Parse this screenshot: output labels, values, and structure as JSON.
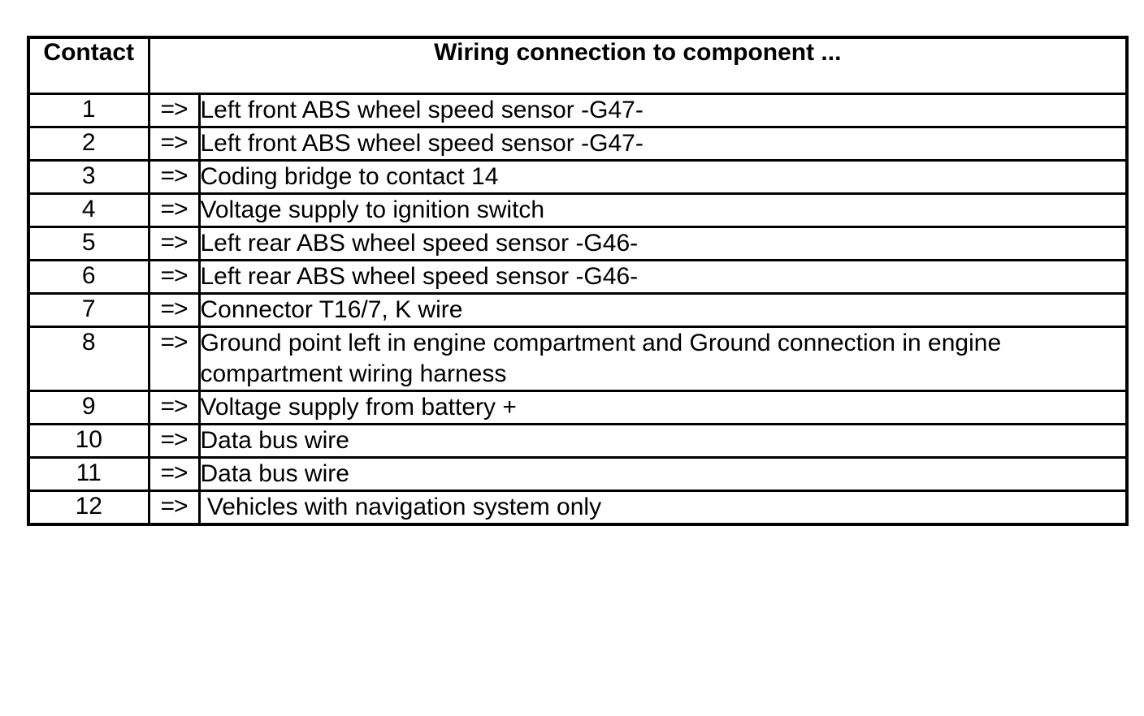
{
  "table": {
    "headers": {
      "contact": "Contact",
      "description": "Wiring connection to component ..."
    },
    "arrow_symbol": "=>",
    "rows": [
      {
        "contact": "1",
        "arrow": "=>",
        "description": "Left front ABS wheel speed sensor -G47-"
      },
      {
        "contact": "2",
        "arrow": "=>",
        "description": "Left front ABS wheel speed sensor -G47-"
      },
      {
        "contact": "3",
        "arrow": "=>",
        "description": "Coding bridge to contact 14"
      },
      {
        "contact": "4",
        "arrow": "=>",
        "description": "Voltage supply to ignition switch"
      },
      {
        "contact": "5",
        "arrow": "=>",
        "description": "Left rear ABS wheel speed sensor -G46-"
      },
      {
        "contact": "6",
        "arrow": "=>",
        "description": "Left rear ABS wheel speed sensor -G46-"
      },
      {
        "contact": "7",
        "arrow": "=>",
        "description": "Connector T16/7, K wire"
      },
      {
        "contact": "8",
        "arrow": "=>",
        "description": "Ground point left in engine compartment and Ground connection in engine compartment wiring harness"
      },
      {
        "contact": "9",
        "arrow": "=>",
        "description": "Voltage supply from battery +"
      },
      {
        "contact": "10",
        "arrow": "=>",
        "description": "Data bus wire"
      },
      {
        "contact": "11",
        "arrow": "=>",
        "description": "Data bus wire"
      },
      {
        "contact": "12",
        "arrow": "=>",
        "description": " Vehicles with navigation system only"
      }
    ]
  },
  "colors": {
    "border": "#000000",
    "text": "#000000",
    "background": "#ffffff"
  }
}
